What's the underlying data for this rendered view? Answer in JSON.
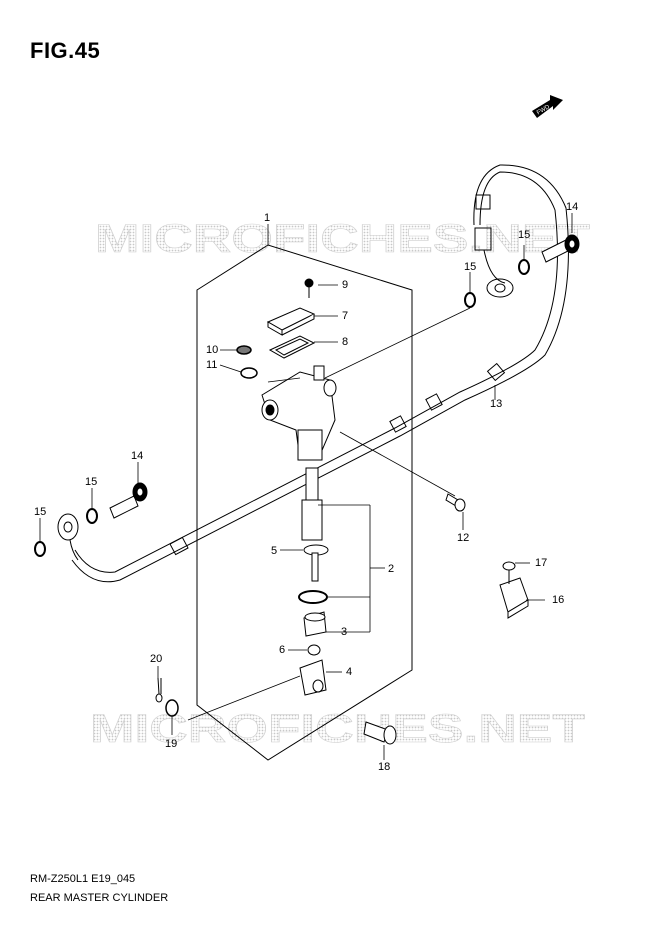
{
  "figure": {
    "title": "FIG.45",
    "model_code": "RM-Z250L1 E19_045",
    "section_name": "REAR MASTER CYLINDER",
    "watermark": "MICROFICHES.NET",
    "fwd_label": "FWD"
  },
  "callouts": {
    "c1": "1",
    "c2": "2",
    "c3": "3",
    "c4": "4",
    "c5": "5",
    "c6": "6",
    "c7": "7",
    "c8": "8",
    "c9": "9",
    "c10": "10",
    "c11": "11",
    "c12": "12",
    "c13": "13",
    "c14a": "14",
    "c14b": "14",
    "c15a": "15",
    "c15b": "15",
    "c15c": "15",
    "c15d": "15",
    "c16": "16",
    "c17": "17",
    "c18": "18",
    "c19": "19",
    "c20": "20"
  },
  "colors": {
    "line": "#000000",
    "watermark": "#d6d6d6",
    "background": "#ffffff"
  }
}
